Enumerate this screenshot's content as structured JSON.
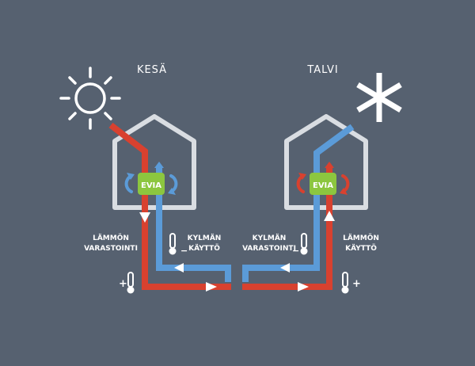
{
  "colors": {
    "background": "#566170",
    "house": "#d9dde2",
    "warm": "#d8412f",
    "cool": "#5b9bd8",
    "unit": "#8cc63f",
    "white": "#ffffff"
  },
  "summer": {
    "title": "KESÄ",
    "icon": "sun-icon",
    "heat_storage": [
      "LÄMMÖN",
      "VARASTOINTI"
    ],
    "cool_use": [
      "KYLMÄN",
      "KÄYTTÖ"
    ],
    "unit_label": "EVIA",
    "plus_sign": "+",
    "minus_sign": "−"
  },
  "winter": {
    "title": "TALVI",
    "icon": "snowflake-icon",
    "cool_storage": [
      "KYLMÄN",
      "VARASTOINTI"
    ],
    "heat_use": [
      "LÄMMÖN",
      "KÄYTTÖ"
    ],
    "unit_label": "EVIA",
    "plus_sign": "+",
    "minus_sign": "−"
  }
}
